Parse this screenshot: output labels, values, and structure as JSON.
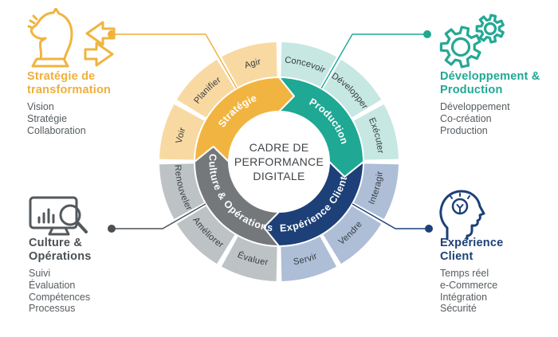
{
  "center": {
    "lines": [
      "CADRE DE",
      "PERFORMANCE",
      "DIGITALE"
    ]
  },
  "wheel": {
    "quadrants": [
      {
        "id": "strategie",
        "label": "Stratégie",
        "start": 270,
        "color": "#F2B440"
      },
      {
        "id": "production",
        "label": "Production",
        "start": 0,
        "color": "#1FA894"
      },
      {
        "id": "experience-client",
        "label": "Expérience Client",
        "start": 90,
        "color": "#1C4077"
      },
      {
        "id": "culture-operations",
        "label": "Culture & Opérations",
        "start": 180,
        "color": "#75787B"
      }
    ],
    "segments": [
      {
        "id": "concevoir",
        "label": "Concevoir",
        "start": 0,
        "color": "#C6E7E2"
      },
      {
        "id": "developper",
        "label": "Développer",
        "start": 30,
        "color": "#C6E7E2"
      },
      {
        "id": "executer",
        "label": "Exécuter",
        "start": 60,
        "color": "#C6E7E2"
      },
      {
        "id": "interagir",
        "label": "Interagir",
        "start": 90,
        "color": "#AEBED7"
      },
      {
        "id": "vendre",
        "label": "Vendre",
        "start": 120,
        "color": "#AEBED7"
      },
      {
        "id": "servir",
        "label": "Servir",
        "start": 150,
        "color": "#AEBED7"
      },
      {
        "id": "evaluer",
        "label": "Évaluer",
        "start": 180,
        "color": "#BDC2C5"
      },
      {
        "id": "ameliorer",
        "label": "Améliorer",
        "start": 210,
        "color": "#BDC2C5"
      },
      {
        "id": "renouveler",
        "label": "Renouveler",
        "start": 240,
        "color": "#BDC2C5"
      },
      {
        "id": "voir",
        "label": "Voir",
        "start": 270,
        "color": "#F9D9A2"
      },
      {
        "id": "planifier",
        "label": "Planifier",
        "start": 300,
        "color": "#F9D9A2"
      },
      {
        "id": "agir",
        "label": "Agir",
        "start": 330,
        "color": "#F9D9A2"
      }
    ]
  },
  "callouts": [
    {
      "id": "strategie-de-transformation",
      "icon": "knight-arrows-icon",
      "title": [
        "Stratégie de",
        "transformation"
      ],
      "color": "#EFAF3C",
      "items": [
        "Vision",
        "Stratégie",
        "Collaboration"
      ]
    },
    {
      "id": "developpement-production",
      "icon": "gears-icon",
      "title": [
        "Développement &",
        "Production"
      ],
      "color": "#1FA894",
      "items": [
        "Développement",
        "Co-création",
        "Production"
      ]
    },
    {
      "id": "culture-operations",
      "icon": "monitor-magnifier-icon",
      "title": [
        "Culture &",
        "Opérations"
      ],
      "color": "#4A5054",
      "items": [
        "Suivi",
        "Évaluation",
        "Compétences",
        "Processus"
      ]
    },
    {
      "id": "experience-client",
      "icon": "head-lightbulb-icon",
      "title": [
        "Expérience",
        "Client"
      ],
      "color": "#1C4077",
      "items": [
        "Temps réel",
        "e-Commerce",
        "Intégration",
        "Sécurité"
      ]
    }
  ]
}
